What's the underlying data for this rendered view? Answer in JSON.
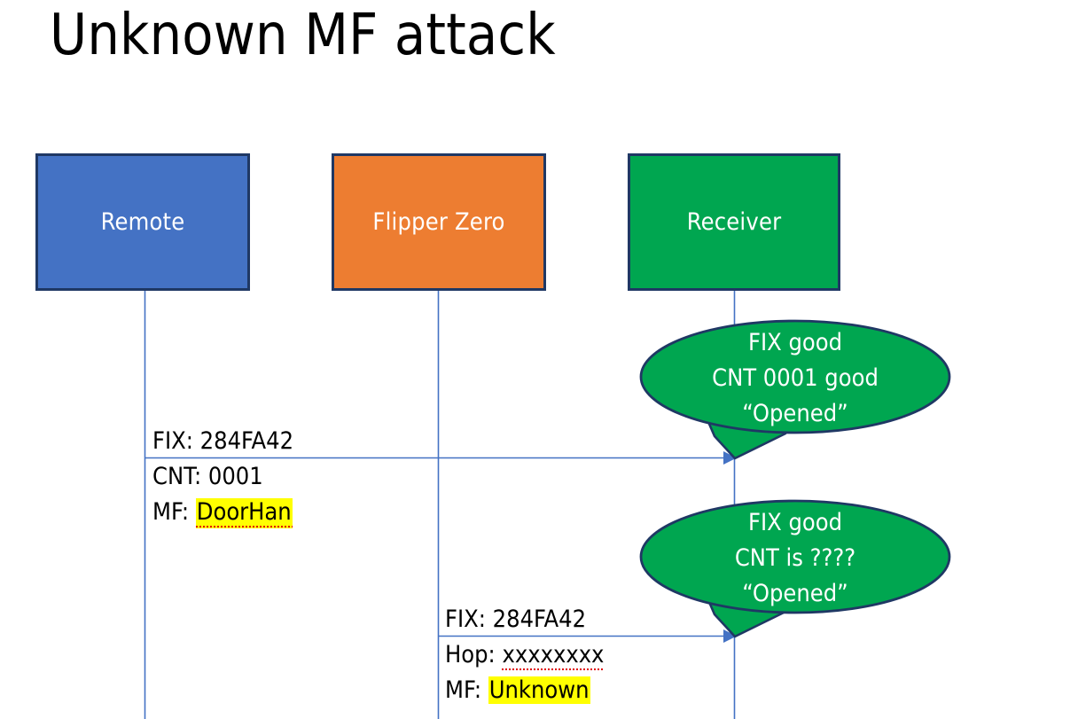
{
  "slide": {
    "title": "Unknown MF attack"
  },
  "colors": {
    "remote_fill": "#4472C4",
    "flipper_fill": "#ED7D31",
    "receiver_fill": "#00A650",
    "box_border": "#1F3864",
    "lifeline": "#4472C4",
    "arrow": "#4472C4",
    "bubble_fill": "#00A650",
    "bubble_border": "#1F3864",
    "highlight": "#FFFF00",
    "spellcheck": "#E00000",
    "box_text": "#FFFFFF",
    "body_text": "#000000"
  },
  "actors": [
    {
      "id": "remote",
      "label": "Remote"
    },
    {
      "id": "flipper",
      "label": "Flipper Zero"
    },
    {
      "id": "receiver",
      "label": "Receiver"
    }
  ],
  "messages": [
    {
      "id": "remote-to-receiver",
      "lines": [
        {
          "label": "FIX: ",
          "value": "284FA42",
          "highlight": false,
          "spellcheck": false
        },
        {
          "label": "CNT: ",
          "value": "0001",
          "highlight": false,
          "spellcheck": false
        },
        {
          "label": "MF: ",
          "value": "DoorHan",
          "highlight": true,
          "spellcheck": true
        }
      ]
    },
    {
      "id": "flipper-to-receiver",
      "lines": [
        {
          "label": "FIX: ",
          "value": "284FA42",
          "highlight": false,
          "spellcheck": false
        },
        {
          "label": "Hop: ",
          "value": "xxxxxxxx",
          "highlight": false,
          "spellcheck": true
        },
        {
          "label": "MF: ",
          "value": "Unknown",
          "highlight": true,
          "spellcheck": false
        }
      ]
    }
  ],
  "bubbles": [
    {
      "id": "receiver-response-1",
      "lines": [
        "FIX good",
        "CNT 0001 good",
        "“Opened”"
      ]
    },
    {
      "id": "receiver-response-2",
      "lines": [
        "FIX good",
        "CNT is ????",
        "“Opened”"
      ]
    }
  ]
}
